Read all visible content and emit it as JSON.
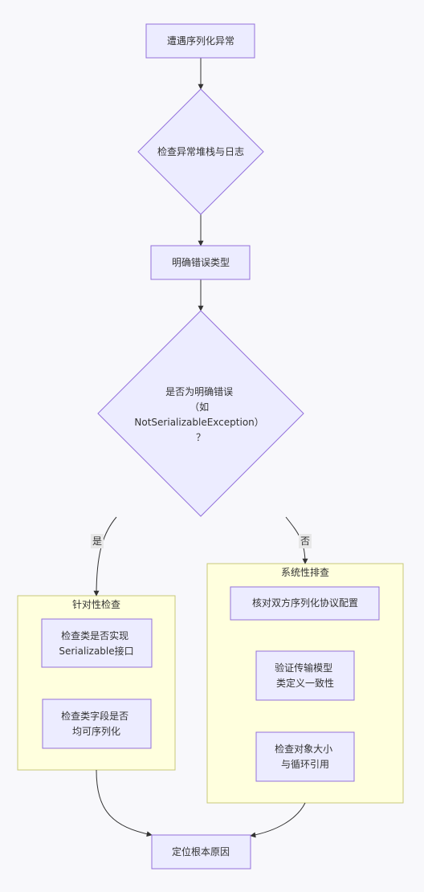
{
  "diagram": {
    "nodes": {
      "start": "遭遇序列化异常",
      "check_logs": "检查异常堆栈与日志",
      "identify": "明确错误类型",
      "decision": [
        "是否为明确错误",
        "（如",
        "NotSerializableException）",
        "？"
      ],
      "impl_check": [
        "检查类是否实现",
        "Serializable接口"
      ],
      "field_check": [
        "检查类字段是否",
        "均可序列化"
      ],
      "protocol_check": "核对双方序列化协议配置",
      "model_check": [
        "验证传输模型",
        "类定义一致性"
      ],
      "size_check": [
        "检查对象大小",
        "与循环引用"
      ],
      "root_cause": "定位根本原因"
    },
    "clusters": {
      "targeted": "针对性检查",
      "systematic": "系统性排查"
    },
    "edge_labels": {
      "yes": "是",
      "no": "否"
    }
  },
  "colors": {
    "node_fill": "#ececff",
    "node_stroke": "#9370db",
    "cluster_fill": "#ffffde",
    "cluster_stroke": "#c8c87a",
    "edge": "#333333",
    "edge_label_bg": "#e8e8e8"
  }
}
